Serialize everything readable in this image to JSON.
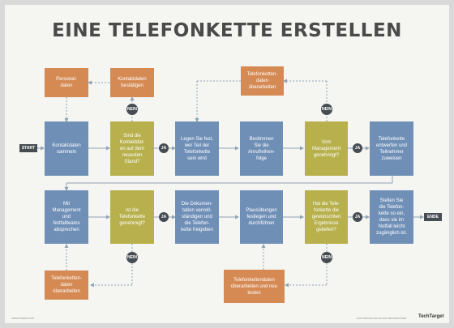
{
  "title": "EINE TELEFONKETTE ERSTELLEN",
  "colors": {
    "process": "#6f8fb7",
    "decision": "#b7b04c",
    "support": "#d58a54",
    "badge": "#454d52",
    "line": "#8fa3b5"
  },
  "start": "START",
  "end": "ENDE",
  "row1": {
    "kontaktdaten_sammeln": "Kontaktdaten\nsammeln",
    "neueste_stand": "Sind die\nKontaktdat-\nen auf dem\nneuesten\nStand?",
    "teil_der_kette": "Legen Sie fest,\nwer Teil der\nTelefonkette\nsein wird",
    "anruffolge": "Bestimmen\nSie die\nAnrufreihen-\nfolge",
    "management_genehmigt": "Vom\nManagement\ngenehmigt?",
    "entwerfen": "Telefonkette\nentwerfen und\nTeilnehmer\nzuweisen"
  },
  "row1_support": {
    "personaldaten": "Personal-\ndaten",
    "kontaktdaten_bestaetigen": "Kontaktdaten\nbestätigen",
    "ueberarbeiten": "Telefonketten-\ndaten\nüberarbeiten"
  },
  "row2": {
    "absprechen": "Mit\nManagement\nund\nNotfallteams\nabsprechen",
    "kette_genehmigt": "Ist die\nTelefonkette\ngenehmigt?",
    "dokumentation": "Die Dokumen-\ntation vervoll-\nständigen und\ndie Telefon-\nkette freigeben",
    "plausibilitaet": "Plausübungen\nfestlegen und\ndurchführen",
    "ergebnisse": "Hat die Tele-\nfonkette die\ngewünschten\nErgebnisse\ngeliefert?",
    "zugaenglich": "Stellen Sie\ndie Telefon-\nkette so ein,\ndass sie im\nNotfall leicht\nzugänglich ist."
  },
  "row2_support": {
    "ueberarbeiten_links": "Telefonketten-\ndaten\nüberarbeiten",
    "ueberarbeiten_testen": "Telefonkettendaten\nüberarbeiten und neu\ntesten"
  },
  "labels": {
    "ja": "JA",
    "nein": "NEIN"
  },
  "footer_left": "SMARTSHEET.COM",
  "footer_right": "HAFTUNGSAUSSCHLUSS HIER EINFÜGEN",
  "logo": "TechTarget"
}
